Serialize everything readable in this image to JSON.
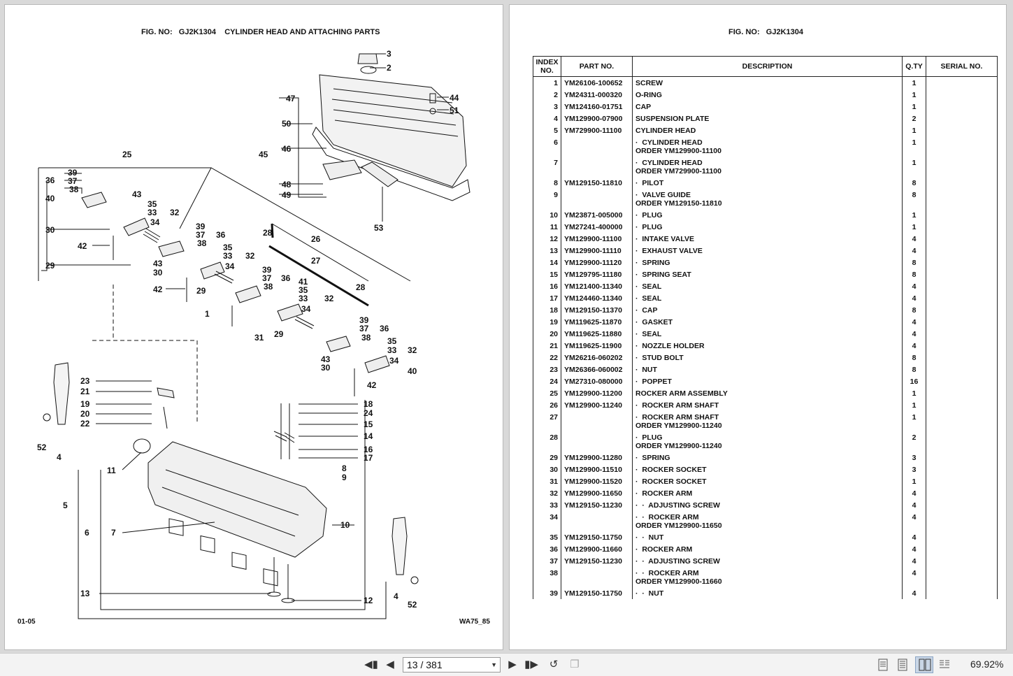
{
  "left_page": {
    "fig_title": "FIG. NO:   GJ2K1304    CYLINDER HEAD AND ATTACHING PARTS",
    "page_code": "01-05",
    "drawing_code": "WA75_85"
  },
  "right_page": {
    "fig_title": "FIG. NO:   GJ2K1304",
    "table": {
      "headers": [
        "INDEX NO.",
        "PART NO.",
        "DESCRIPTION",
        "Q.TY",
        "SERIAL NO."
      ],
      "rows": [
        {
          "index": "1",
          "part": "YM26106-100652",
          "desc": "SCREW",
          "note": "",
          "qty": "1"
        },
        {
          "index": "2",
          "part": "YM24311-000320",
          "desc": "O-RING",
          "note": "",
          "qty": "1"
        },
        {
          "index": "3",
          "part": "YM124160-01751",
          "desc": "CAP",
          "note": "",
          "qty": "1"
        },
        {
          "index": "4",
          "part": "YM129900-07900",
          "desc": "SUSPENSION PLATE",
          "note": "",
          "qty": "2"
        },
        {
          "index": "5",
          "part": "YM729900-11100",
          "desc": "CYLINDER HEAD",
          "note": "",
          "qty": "1"
        },
        {
          "index": "6",
          "part": "",
          "desc": "·  CYLINDER HEAD",
          "note": "ORDER YM129900-11100",
          "qty": "1"
        },
        {
          "index": "7",
          "part": "",
          "desc": "·  CYLINDER HEAD",
          "note": "ORDER YM729900-11100",
          "qty": "1"
        },
        {
          "index": "8",
          "part": "YM129150-11810",
          "desc": "·  PILOT",
          "note": "",
          "qty": "8"
        },
        {
          "index": "9",
          "part": "",
          "desc": "·  VALVE GUIDE",
          "note": "ORDER YM129150-11810",
          "qty": "8"
        },
        {
          "index": "10",
          "part": "YM23871-005000",
          "desc": "·  PLUG",
          "note": "",
          "qty": "1"
        },
        {
          "index": "11",
          "part": "YM27241-400000",
          "desc": "·  PLUG",
          "note": "",
          "qty": "1"
        },
        {
          "index": "12",
          "part": "YM129900-11100",
          "desc": "·  INTAKE VALVE",
          "note": "",
          "qty": "4"
        },
        {
          "index": "13",
          "part": "YM129900-11110",
          "desc": "·  EXHAUST VALVE",
          "note": "",
          "qty": "4"
        },
        {
          "index": "14",
          "part": "YM129900-11120",
          "desc": "·  SPRING",
          "note": "",
          "qty": "8"
        },
        {
          "index": "15",
          "part": "YM129795-11180",
          "desc": "·  SPRING SEAT",
          "note": "",
          "qty": "8"
        },
        {
          "index": "16",
          "part": "YM121400-11340",
          "desc": "·  SEAL",
          "note": "",
          "qty": "4"
        },
        {
          "index": "17",
          "part": "YM124460-11340",
          "desc": "·  SEAL",
          "note": "",
          "qty": "4"
        },
        {
          "index": "18",
          "part": "YM129150-11370",
          "desc": "·  CAP",
          "note": "",
          "qty": "8"
        },
        {
          "index": "19",
          "part": "YM119625-11870",
          "desc": "·  GASKET",
          "note": "",
          "qty": "4"
        },
        {
          "index": "20",
          "part": "YM119625-11880",
          "desc": "·  SEAL",
          "note": "",
          "qty": "4"
        },
        {
          "index": "21",
          "part": "YM119625-11900",
          "desc": "·  NOZZLE HOLDER",
          "note": "",
          "qty": "4"
        },
        {
          "index": "22",
          "part": "YM26216-060202",
          "desc": "·  STUD BOLT",
          "note": "",
          "qty": "8"
        },
        {
          "index": "23",
          "part": "YM26366-060002",
          "desc": "·  NUT",
          "note": "",
          "qty": "8"
        },
        {
          "index": "24",
          "part": "YM27310-080000",
          "desc": "·  POPPET",
          "note": "",
          "qty": "16"
        },
        {
          "index": "25",
          "part": "YM129900-11200",
          "desc": "ROCKER ARM ASSEMBLY",
          "note": "",
          "qty": "1"
        },
        {
          "index": "26",
          "part": "YM129900-11240",
          "desc": "·  ROCKER ARM SHAFT",
          "note": "",
          "qty": "1"
        },
        {
          "index": "27",
          "part": "",
          "desc": "·  ROCKER ARM SHAFT",
          "note": "ORDER YM129900-11240",
          "qty": "1"
        },
        {
          "index": "28",
          "part": "",
          "desc": "·  PLUG",
          "note": "ORDER YM129900-11240",
          "qty": "2"
        },
        {
          "index": "29",
          "part": "YM129900-11280",
          "desc": "·  SPRING",
          "note": "",
          "qty": "3"
        },
        {
          "index": "30",
          "part": "YM129900-11510",
          "desc": "·  ROCKER SOCKET",
          "note": "",
          "qty": "3"
        },
        {
          "index": "31",
          "part": "YM129900-11520",
          "desc": "·  ROCKER SOCKET",
          "note": "",
          "qty": "1"
        },
        {
          "index": "32",
          "part": "YM129900-11650",
          "desc": "·  ROCKER ARM",
          "note": "",
          "qty": "4"
        },
        {
          "index": "33",
          "part": "YM129150-11230",
          "desc": "·  ·  ADJUSTING SCREW",
          "note": "",
          "qty": "4"
        },
        {
          "index": "34",
          "part": "",
          "desc": "·  ·  ROCKER ARM",
          "note": "ORDER YM129900-11650",
          "qty": "4"
        },
        {
          "index": "35",
          "part": "YM129150-11750",
          "desc": "·  ·  NUT",
          "note": "",
          "qty": "4"
        },
        {
          "index": "36",
          "part": "YM129900-11660",
          "desc": "·  ROCKER ARM",
          "note": "",
          "qty": "4"
        },
        {
          "index": "37",
          "part": "YM129150-11230",
          "desc": "·  ·  ADJUSTING SCREW",
          "note": "",
          "qty": "4"
        },
        {
          "index": "38",
          "part": "",
          "desc": "·  ·  ROCKER ARM",
          "note": "ORDER YM129900-11660",
          "qty": "4"
        },
        {
          "index": "39",
          "part": "YM129150-11750",
          "desc": "·  ·  NUT",
          "note": "",
          "qty": "4"
        }
      ]
    }
  },
  "toolbar": {
    "page_indicator": "13 / 381",
    "zoom": "69.92%",
    "icons": [
      "first-page-icon",
      "prev-page-icon",
      "next-page-icon",
      "last-page-icon",
      "rotate-icon",
      "fit-icon"
    ]
  },
  "callouts": [
    {
      "id": "c3",
      "text": "3"
    },
    {
      "id": "c2",
      "text": "2"
    },
    {
      "id": "c44",
      "text": "44"
    },
    {
      "id": "c51",
      "text": "51"
    },
    {
      "id": "c47",
      "text": "47"
    },
    {
      "id": "c50",
      "text": "50"
    },
    {
      "id": "c45",
      "text": "45"
    },
    {
      "id": "c46",
      "text": "46"
    },
    {
      "id": "c48",
      "text": "48"
    },
    {
      "id": "c49",
      "text": "49"
    },
    {
      "id": "c53",
      "text": "53"
    },
    {
      "id": "c25",
      "text": "25"
    },
    {
      "id": "c39a",
      "text": "39"
    },
    {
      "id": "c36a",
      "text": "36"
    },
    {
      "id": "c37a",
      "text": "37"
    },
    {
      "id": "c38a",
      "text": "38"
    },
    {
      "id": "c40a",
      "text": "40"
    },
    {
      "id": "c43a",
      "text": "43"
    },
    {
      "id": "c35a",
      "text": "35"
    },
    {
      "id": "c33a",
      "text": "33"
    },
    {
      "id": "c32a",
      "text": "32"
    },
    {
      "id": "c34a",
      "text": "34"
    },
    {
      "id": "c30a",
      "text": "30"
    },
    {
      "id": "c42a",
      "text": "42"
    },
    {
      "id": "c29a",
      "text": "29"
    },
    {
      "id": "c39b",
      "text": "39"
    },
    {
      "id": "c37b",
      "text": "37"
    },
    {
      "id": "c36b",
      "text": "36"
    },
    {
      "id": "c38b",
      "text": "38"
    },
    {
      "id": "c35b",
      "text": "35"
    },
    {
      "id": "c33b",
      "text": "33"
    },
    {
      "id": "c32b",
      "text": "32"
    },
    {
      "id": "c43b",
      "text": "43"
    },
    {
      "id": "c34b",
      "text": "34"
    },
    {
      "id": "c30b",
      "text": "30"
    },
    {
      "id": "c42b",
      "text": "42"
    },
    {
      "id": "c29b",
      "text": "29"
    },
    {
      "id": "c28a",
      "text": "28"
    },
    {
      "id": "c26",
      "text": "26"
    },
    {
      "id": "c27",
      "text": "27"
    },
    {
      "id": "c28b",
      "text": "28"
    },
    {
      "id": "c39c",
      "text": "39"
    },
    {
      "id": "c37c",
      "text": "37"
    },
    {
      "id": "c36c",
      "text": "36"
    },
    {
      "id": "c38c",
      "text": "38"
    },
    {
      "id": "c41",
      "text": "41"
    },
    {
      "id": "c35c",
      "text": "35"
    },
    {
      "id": "c33c",
      "text": "33"
    },
    {
      "id": "c32c",
      "text": "32"
    },
    {
      "id": "c34c",
      "text": "34"
    },
    {
      "id": "c1",
      "text": "1"
    },
    {
      "id": "c31",
      "text": "31"
    },
    {
      "id": "c29c",
      "text": "29"
    },
    {
      "id": "c39d",
      "text": "39"
    },
    {
      "id": "c37d",
      "text": "37"
    },
    {
      "id": "c36d",
      "text": "36"
    },
    {
      "id": "c38d",
      "text": "38"
    },
    {
      "id": "c35d",
      "text": "35"
    },
    {
      "id": "c33d",
      "text": "33"
    },
    {
      "id": "c32d",
      "text": "32"
    },
    {
      "id": "c43c",
      "text": "43"
    },
    {
      "id": "c34d",
      "text": "34"
    },
    {
      "id": "c40b",
      "text": "40"
    },
    {
      "id": "c30c",
      "text": "30"
    },
    {
      "id": "c42c",
      "text": "42"
    },
    {
      "id": "c23",
      "text": "23"
    },
    {
      "id": "c21",
      "text": "21"
    },
    {
      "id": "c19",
      "text": "19"
    },
    {
      "id": "c20",
      "text": "20"
    },
    {
      "id": "c22",
      "text": "22"
    },
    {
      "id": "c52a",
      "text": "52"
    },
    {
      "id": "c4a",
      "text": "4"
    },
    {
      "id": "c18",
      "text": "18"
    },
    {
      "id": "c24",
      "text": "24"
    },
    {
      "id": "c15",
      "text": "15"
    },
    {
      "id": "c14",
      "text": "14"
    },
    {
      "id": "c16",
      "text": "16"
    },
    {
      "id": "c17",
      "text": "17"
    },
    {
      "id": "c11",
      "text": "11"
    },
    {
      "id": "c8",
      "text": "8"
    },
    {
      "id": "c9",
      "text": "9"
    },
    {
      "id": "c5",
      "text": "5"
    },
    {
      "id": "c6",
      "text": "6"
    },
    {
      "id": "c7",
      "text": "7"
    },
    {
      "id": "c10",
      "text": "10"
    },
    {
      "id": "c13",
      "text": "13"
    },
    {
      "id": "c12",
      "text": "12"
    },
    {
      "id": "c4b",
      "text": "4"
    },
    {
      "id": "c52b",
      "text": "52"
    }
  ]
}
